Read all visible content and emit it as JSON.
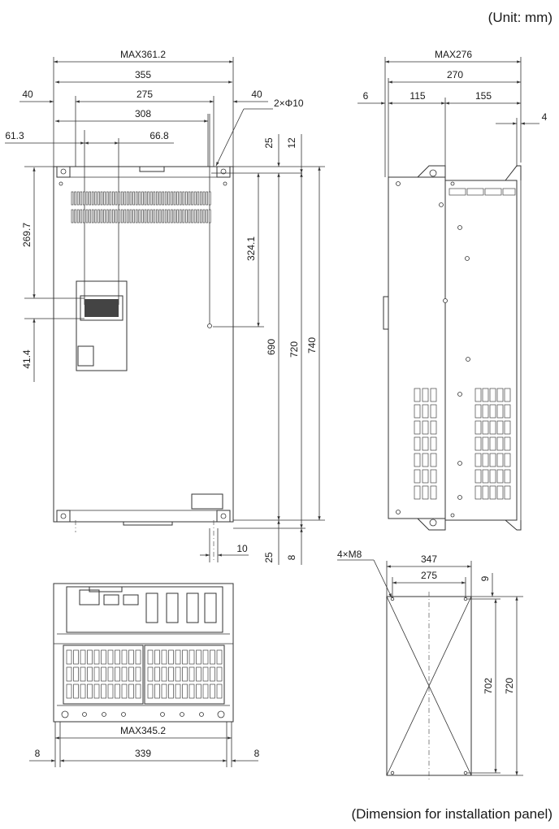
{
  "unit_note": "(Unit: mm)",
  "footer_note": "(Dimension for installation panel)",
  "front_view": {
    "max_width": "MAX361.2",
    "width": "355",
    "left_margin": "40",
    "hole_pitch": "275",
    "right_margin": "40",
    "hole_spec": "2×Φ10",
    "inner_width": "308",
    "left_offset": "61.3",
    "center_offset": "66.8",
    "top_margin": "25",
    "top_offset": "12",
    "panel_height": "269.7",
    "hole_depth": "324.1",
    "lower_offset": "41.4",
    "height_690": "690",
    "height_720": "720",
    "height_740": "740",
    "bottom_hole": "10",
    "bottom_margin": "25",
    "bottom_offset": "8"
  },
  "side_view": {
    "max_depth": "MAX276",
    "depth": "270",
    "front_gap": "6",
    "front_part": "115",
    "rear_part": "155",
    "back_gap": "4"
  },
  "bottom_view": {
    "max_width": "MAX345.2",
    "width": "339",
    "left_gap": "8",
    "right_gap": "8"
  },
  "panel_cutout": {
    "screw_spec": "4×M8",
    "outer_width": "347",
    "hole_pitch": "275",
    "top_gap": "9",
    "inner_height": "702",
    "outer_height": "720"
  }
}
